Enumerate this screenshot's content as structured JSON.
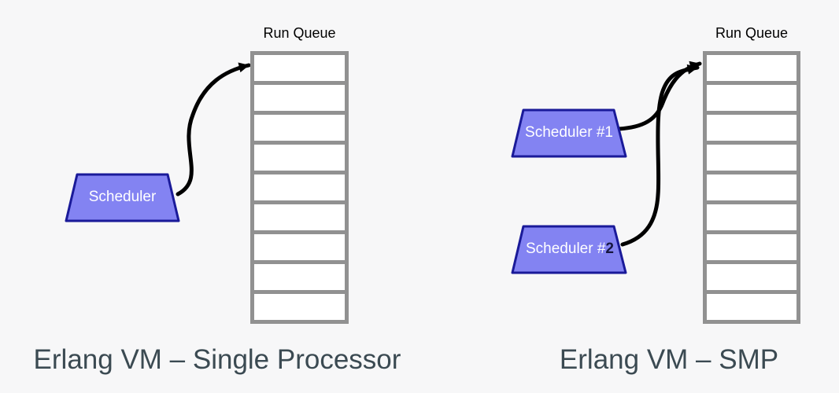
{
  "colors": {
    "background": "#f7f7f8",
    "scheduler_fill": "#8383f2",
    "scheduler_border": "#1a1a99",
    "scheduler_text": "#ffffff",
    "scheduler_number_dark": "#16163f",
    "queue_frame": "#919191",
    "queue_slot": "#ffffff",
    "arrow": "#000000",
    "caption_text": "#3b4a52",
    "queue_label_text": "#000000"
  },
  "left_diagram": {
    "queue_label": "Run Queue",
    "queue_slot_count": 9,
    "scheduler_label": "Scheduler",
    "caption": "Erlang VM – Single Processor"
  },
  "right_diagram": {
    "queue_label": "Run Queue",
    "queue_slot_count": 9,
    "scheduler1_label": "Scheduler #1",
    "scheduler2_label_prefix": "Scheduler #",
    "scheduler2_label_number": "2",
    "caption": "Erlang VM – SMP"
  }
}
